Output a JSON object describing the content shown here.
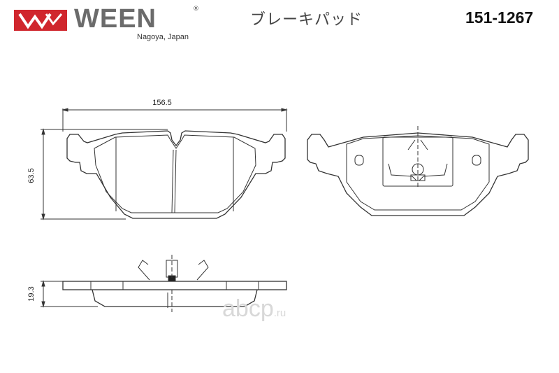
{
  "header": {
    "brand": "WEEN",
    "registered_mark": "®",
    "location": "Nagoya, Japan",
    "product_name_jp": "ブレーキパッド",
    "part_number": "151-1267",
    "logo_color": "#d0262d"
  },
  "dimensions": {
    "width": "156.5",
    "height": "63.5",
    "thickness": "19.3"
  },
  "watermark": {
    "main": "abcp",
    "suffix": ".ru"
  }
}
